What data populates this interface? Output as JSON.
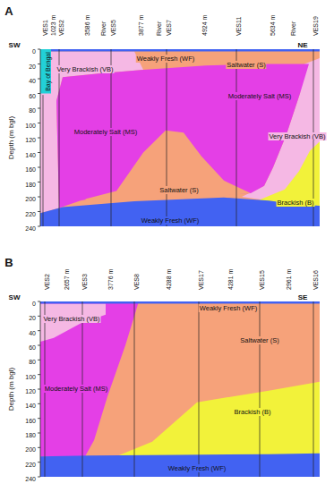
{
  "diagram": {
    "labels": [
      "A",
      "SW",
      "NE",
      "VES1",
      "1023 m",
      "VES2",
      "3586 m",
      "River",
      "VES5",
      "3877 m",
      "River",
      "VES7",
      "4924 m",
      "VES11",
      "5634 m",
      "River",
      "VES19",
      "Bay of Bengal",
      "0",
      "20",
      "40",
      "60",
      "80",
      "100",
      "120",
      "140",
      "160",
      "180",
      "200",
      "220",
      "240",
      "Depth (m bgl)",
      "Weakly Fresh (WF)",
      "Saltwater (S)",
      "Very Brackish (VB)",
      "Moderately Salt (MS)",
      "Moderately Salt (MS)",
      "Very Brackish (VB)",
      "Saltwater (S)",
      "Brackish (B)",
      "Weakly Fresh (WF)",
      "B",
      "SW",
      "SE",
      "VES2",
      "2657 m",
      "VES3",
      "3776 m",
      "VES8",
      "4288 m",
      "VES17",
      "4281 m",
      "VES15",
      "2961 m",
      "VES16",
      "0",
      "20",
      "40",
      "60",
      "80",
      "100",
      "120",
      "140",
      "160",
      "180",
      "200",
      "220",
      "240",
      "Depth (m bgl)",
      "Weakly Fresh (WF)",
      "Very Brackish (VB)",
      "Saltwater (S)",
      "Moderately Salt (MS)",
      "Brackish (B)",
      "Weakly Fresh (WF)"
    ]
  }
}
